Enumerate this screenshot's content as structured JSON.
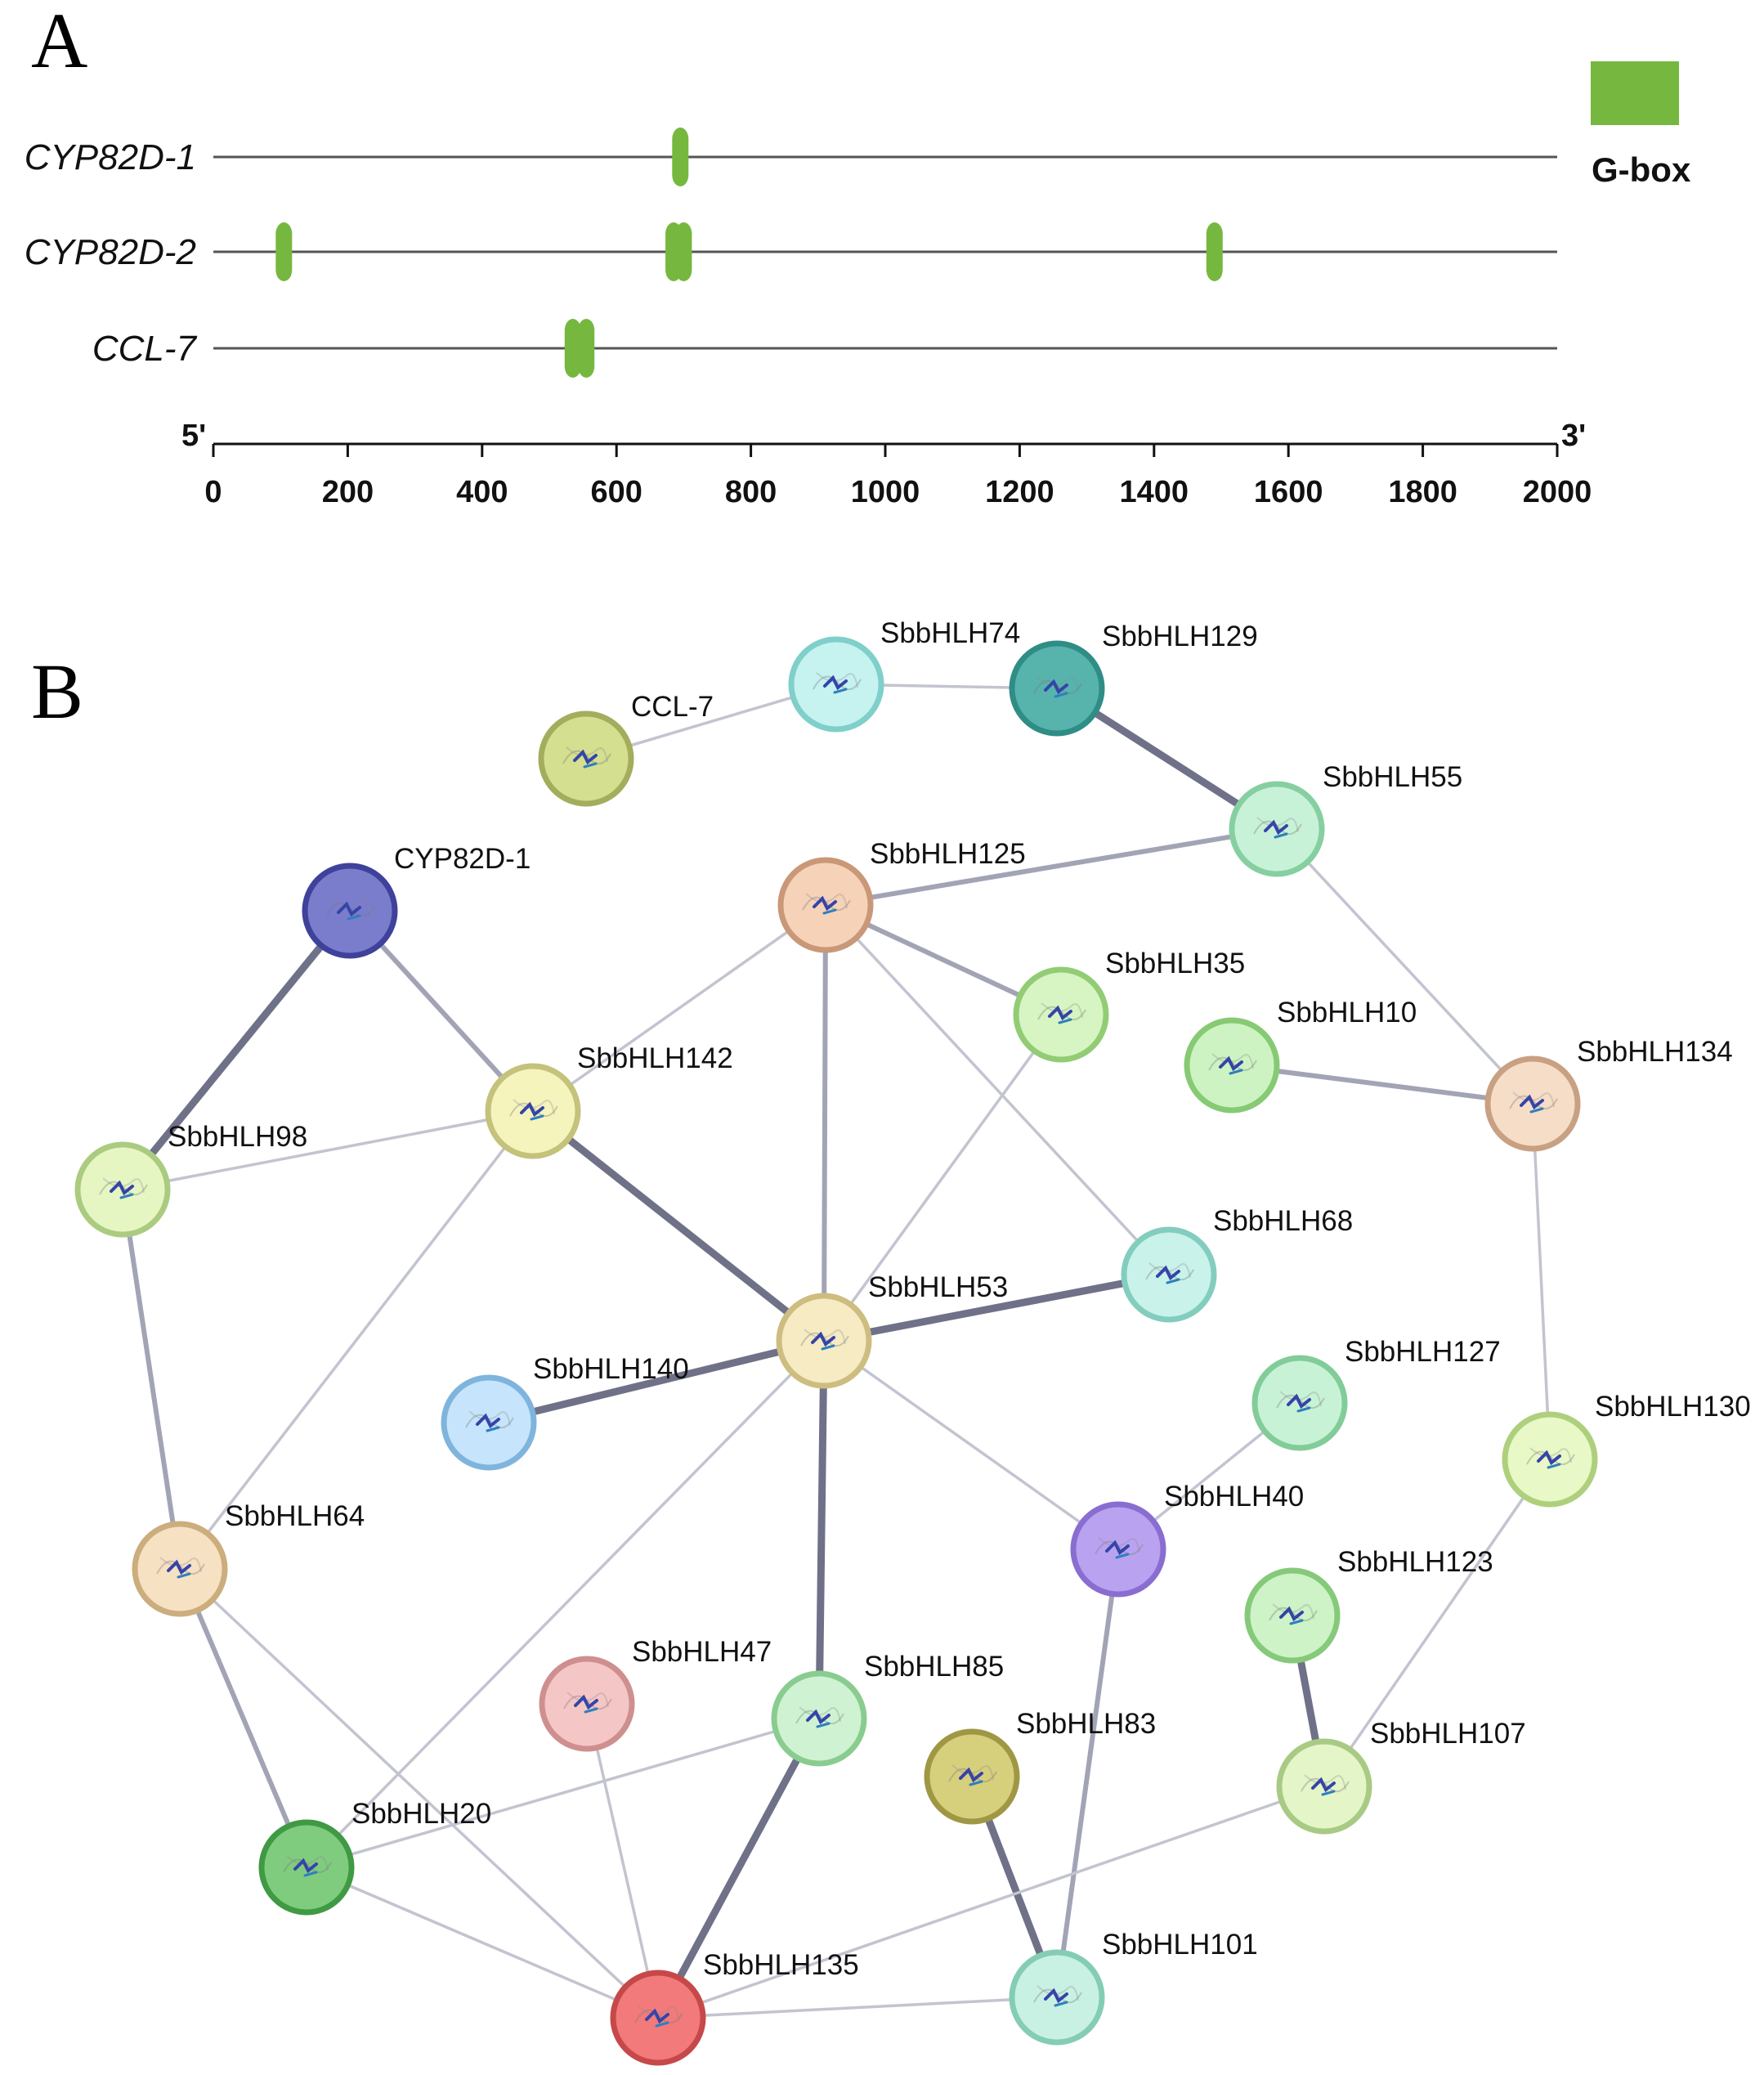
{
  "panel_a": {
    "letter": "A",
    "legend": {
      "label": "G-box",
      "color": "#76b83f"
    },
    "axis": {
      "start_label": "5'",
      "end_label": "3'",
      "min": 0,
      "max": 2000,
      "ticks": [
        "0",
        "200",
        "400",
        "600",
        "800",
        "1000",
        "1200",
        "1400",
        "1600",
        "1800",
        "2000"
      ]
    },
    "genes": [
      {
        "name": "CYP82D-1",
        "gbox_positions": [
          695
        ]
      },
      {
        "name": "CYP82D-2",
        "gbox_positions": [
          105,
          685,
          700,
          1490
        ]
      },
      {
        "name": "CCL-7",
        "gbox_positions": [
          535,
          555
        ]
      }
    ]
  },
  "panel_b": {
    "letter": "B",
    "nodes": [
      {
        "id": "CCL-7",
        "label": "CCL-7",
        "color": "#d4df8f",
        "ring": "#a3ad5c",
        "icon": "protein-structure-icon"
      },
      {
        "id": "SbbHLH74",
        "label": "SbbHLH74",
        "color": "#c6f2f0",
        "ring": "#7fcfcb",
        "icon": "protein-structure-icon"
      },
      {
        "id": "SbbHLH129",
        "label": "SbbHLH129",
        "color": "#56b4ad",
        "ring": "#2f8d86",
        "icon": "protein-structure-icon"
      },
      {
        "id": "SbbHLH55",
        "label": "SbbHLH55",
        "color": "#c8f2d8",
        "ring": "#86cfa1",
        "icon": "protein-structure-icon"
      },
      {
        "id": "CYP82D-1",
        "label": "CYP82D-1",
        "color": "#7a7ccc",
        "ring": "#3f429a",
        "icon": "protein-structure-icon"
      },
      {
        "id": "SbbHLH125",
        "label": "SbbHLH125",
        "color": "#f6d2b8",
        "ring": "#c99878",
        "icon": "protein-structure-icon"
      },
      {
        "id": "SbbHLH35",
        "label": "SbbHLH35",
        "color": "#d6f5c2",
        "ring": "#92cc74",
        "icon": "protein-structure-icon"
      },
      {
        "id": "SbbHLH10",
        "label": "SbbHLH10",
        "color": "#cdf3c3",
        "ring": "#86ca74",
        "icon": "protein-structure-icon"
      },
      {
        "id": "SbbHLH134",
        "label": "SbbHLH134",
        "color": "#f6ddc7",
        "ring": "#c8a082",
        "icon": "protein-structure-icon"
      },
      {
        "id": "SbbHLH142",
        "label": "SbbHLH142",
        "color": "#f5f4bd",
        "ring": "#c4c27b",
        "icon": "protein-structure-icon"
      },
      {
        "id": "SbbHLH98",
        "label": "SbbHLH98",
        "color": "#e6f6c3",
        "ring": "#aacb80",
        "icon": "protein-structure-icon"
      },
      {
        "id": "SbbHLH68",
        "label": "SbbHLH68",
        "color": "#c9f2ea",
        "ring": "#83cdbf",
        "icon": "protein-structure-icon"
      },
      {
        "id": "SbbHLH53",
        "label": "SbbHLH53",
        "color": "#f6ebc2",
        "ring": "#cdbd80",
        "icon": "protein-structure-icon"
      },
      {
        "id": "SbbHLH140",
        "label": "SbbHLH140",
        "color": "#c6e4fb",
        "ring": "#7fb4dc",
        "icon": "protein-structure-icon"
      },
      {
        "id": "SbbHLH127",
        "label": "SbbHLH127",
        "color": "#c8f2d6",
        "ring": "#82cc99",
        "icon": "protein-structure-icon"
      },
      {
        "id": "SbbHLH130",
        "label": "SbbHLH130",
        "color": "#e8f8c6",
        "ring": "#aed07c",
        "icon": "protein-structure-icon"
      },
      {
        "id": "SbbHLH40",
        "label": "SbbHLH40",
        "color": "#b9a3f0",
        "ring": "#8a6dd0",
        "icon": "protein-structure-icon"
      },
      {
        "id": "SbbHLH64",
        "label": "SbbHLH64",
        "color": "#f6e1c2",
        "ring": "#cbad7e",
        "icon": "protein-structure-icon"
      },
      {
        "id": "SbbHLH123",
        "label": "SbbHLH123",
        "color": "#cdf3c6",
        "ring": "#86c97b",
        "icon": "protein-structure-icon"
      },
      {
        "id": "SbbHLH47",
        "label": "SbbHLH47",
        "color": "#f5c6c6",
        "ring": "#cf8f8f",
        "icon": "protein-structure-icon"
      },
      {
        "id": "SbbHLH85",
        "label": "SbbHLH85",
        "color": "#cff3d2",
        "ring": "#8acc90",
        "icon": "protein-structure-icon"
      },
      {
        "id": "SbbHLH83",
        "label": "SbbHLH83",
        "color": "#d6cf7c",
        "ring": "#9f9743",
        "icon": "protein-structure-icon"
      },
      {
        "id": "SbbHLH107",
        "label": "SbbHLH107",
        "color": "#e4f5c8",
        "ring": "#a9ca84",
        "icon": "protein-structure-icon"
      },
      {
        "id": "SbbHLH20",
        "label": "SbbHLH20",
        "color": "#7fcc7f",
        "ring": "#3f9a43",
        "icon": "protein-structure-icon"
      },
      {
        "id": "SbbHLH135",
        "label": "SbbHLH135",
        "color": "#f27a7a",
        "ring": "#c74848",
        "icon": "protein-structure-icon"
      },
      {
        "id": "SbbHLH101",
        "label": "SbbHLH101",
        "color": "#c9f1e3",
        "ring": "#84cdb4",
        "icon": "protein-structure-icon"
      }
    ],
    "edges": [
      {
        "source": "CCL-7",
        "target": "SbbHLH74",
        "strength": 1
      },
      {
        "source": "SbbHLH74",
        "target": "SbbHLH129",
        "strength": 1
      },
      {
        "source": "SbbHLH129",
        "target": "SbbHLH55",
        "strength": 3
      },
      {
        "source": "SbbHLH55",
        "target": "SbbHLH125",
        "strength": 2
      },
      {
        "source": "SbbHLH55",
        "target": "SbbHLH134",
        "strength": 1
      },
      {
        "source": "CYP82D-1",
        "target": "SbbHLH98",
        "strength": 3
      },
      {
        "source": "CYP82D-1",
        "target": "SbbHLH142",
        "strength": 2
      },
      {
        "source": "SbbHLH125",
        "target": "SbbHLH142",
        "strength": 1
      },
      {
        "source": "SbbHLH125",
        "target": "SbbHLH35",
        "strength": 2
      },
      {
        "source": "SbbHLH125",
        "target": "SbbHLH53",
        "strength": 2
      },
      {
        "source": "SbbHLH125",
        "target": "SbbHLH68",
        "strength": 1
      },
      {
        "source": "SbbHLH35",
        "target": "SbbHLH53",
        "strength": 1
      },
      {
        "source": "SbbHLH10",
        "target": "SbbHLH134",
        "strength": 2
      },
      {
        "source": "SbbHLH134",
        "target": "SbbHLH130",
        "strength": 1
      },
      {
        "source": "SbbHLH142",
        "target": "SbbHLH98",
        "strength": 1
      },
      {
        "source": "SbbHLH142",
        "target": "SbbHLH53",
        "strength": 3
      },
      {
        "source": "SbbHLH142",
        "target": "SbbHLH64",
        "strength": 1
      },
      {
        "source": "SbbHLH98",
        "target": "SbbHLH64",
        "strength": 2
      },
      {
        "source": "SbbHLH53",
        "target": "SbbHLH68",
        "strength": 3
      },
      {
        "source": "SbbHLH53",
        "target": "SbbHLH140",
        "strength": 3
      },
      {
        "source": "SbbHLH53",
        "target": "SbbHLH40",
        "strength": 1
      },
      {
        "source": "SbbHLH53",
        "target": "SbbHLH85",
        "strength": 3
      },
      {
        "source": "SbbHLH53",
        "target": "SbbHLH20",
        "strength": 1
      },
      {
        "source": "SbbHLH127",
        "target": "SbbHLH40",
        "strength": 1
      },
      {
        "source": "SbbHLH40",
        "target": "SbbHLH101",
        "strength": 2
      },
      {
        "source": "SbbHLH130",
        "target": "SbbHLH107",
        "strength": 1
      },
      {
        "source": "SbbHLH123",
        "target": "SbbHLH107",
        "strength": 3
      },
      {
        "source": "SbbHLH64",
        "target": "SbbHLH20",
        "strength": 2
      },
      {
        "source": "SbbHLH64",
        "target": "SbbHLH135",
        "strength": 1
      },
      {
        "source": "SbbHLH47",
        "target": "SbbHLH135",
        "strength": 1
      },
      {
        "source": "SbbHLH85",
        "target": "SbbHLH20",
        "strength": 1
      },
      {
        "source": "SbbHLH85",
        "target": "SbbHLH135",
        "strength": 3
      },
      {
        "source": "SbbHLH83",
        "target": "SbbHLH101",
        "strength": 3
      },
      {
        "source": "SbbHLH107",
        "target": "SbbHLH135",
        "strength": 1
      },
      {
        "source": "SbbHLH20",
        "target": "SbbHLH135",
        "strength": 1
      },
      {
        "source": "SbbHLH135",
        "target": "SbbHLH101",
        "strength": 1
      }
    ]
  }
}
